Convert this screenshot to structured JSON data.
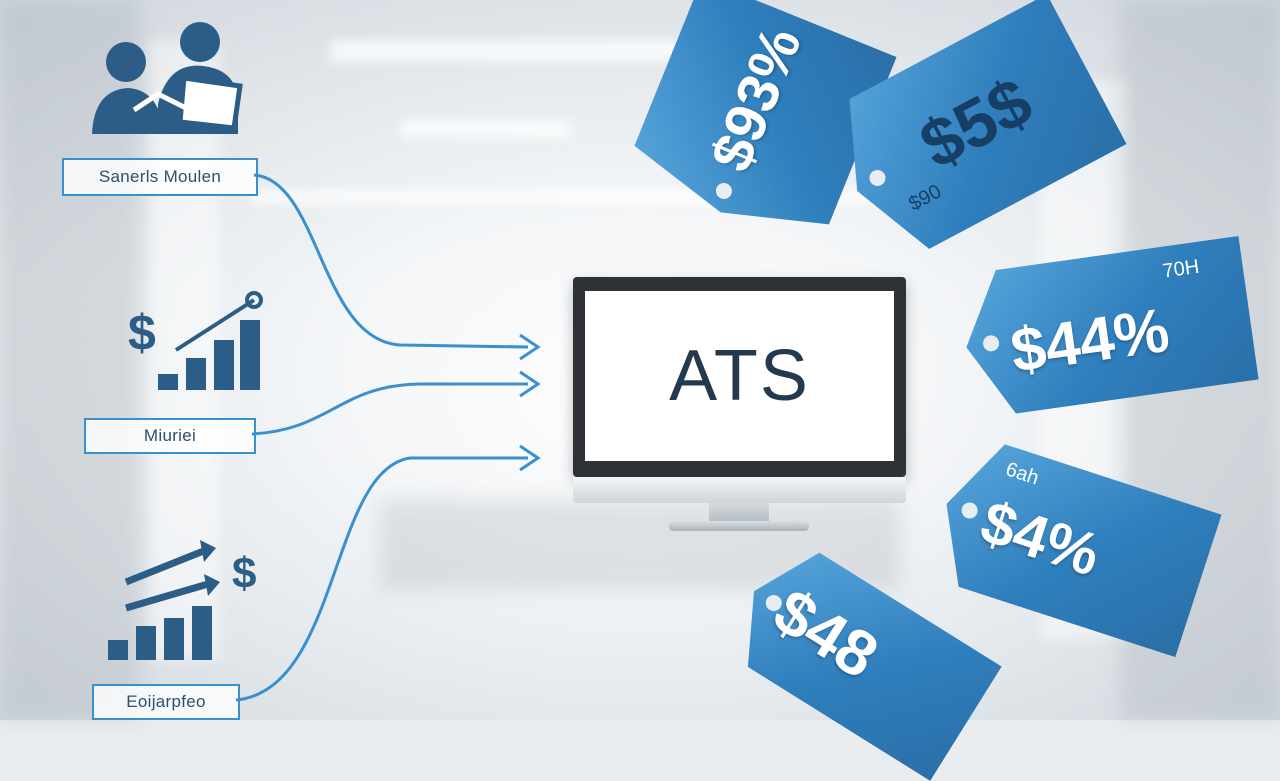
{
  "center": {
    "monitor_text": "ATS"
  },
  "labels": {
    "top": "Sanerls Moulen",
    "middle": "Miuriei",
    "bottom": "Eoijarpfeo"
  },
  "tags": [
    {
      "main": "$93%",
      "small": ""
    },
    {
      "main": "$5$",
      "small": "$90"
    },
    {
      "main": "$44%",
      "small": "70H"
    },
    {
      "main": "$4%",
      "small": "6ah"
    },
    {
      "main": "$48",
      "small": ""
    }
  ],
  "colors": {
    "accent": "#3a8fcf",
    "icon": "#2c5d86",
    "tag": "#3586c6",
    "monitor_text": "#23394d"
  },
  "icons": [
    "people-icon",
    "dollar-growth-chart-icon",
    "arrow-growth-chart-icon"
  ]
}
